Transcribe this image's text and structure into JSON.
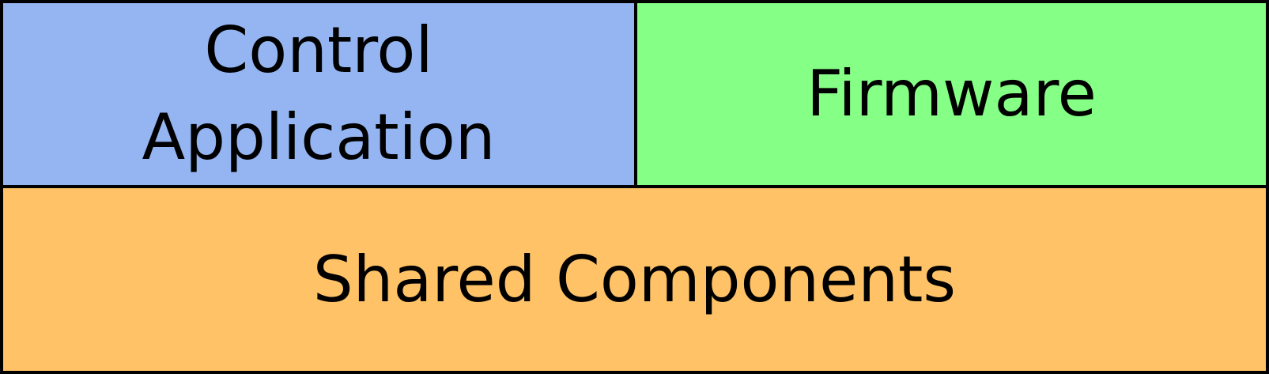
{
  "blocks": {
    "control_application": {
      "line1": "Control",
      "line2": "Application",
      "color": "#94b5f2"
    },
    "firmware": {
      "label": "Firmware",
      "color": "#85ff85"
    },
    "shared_components": {
      "label": "Shared Components",
      "color": "#ffc266"
    }
  }
}
